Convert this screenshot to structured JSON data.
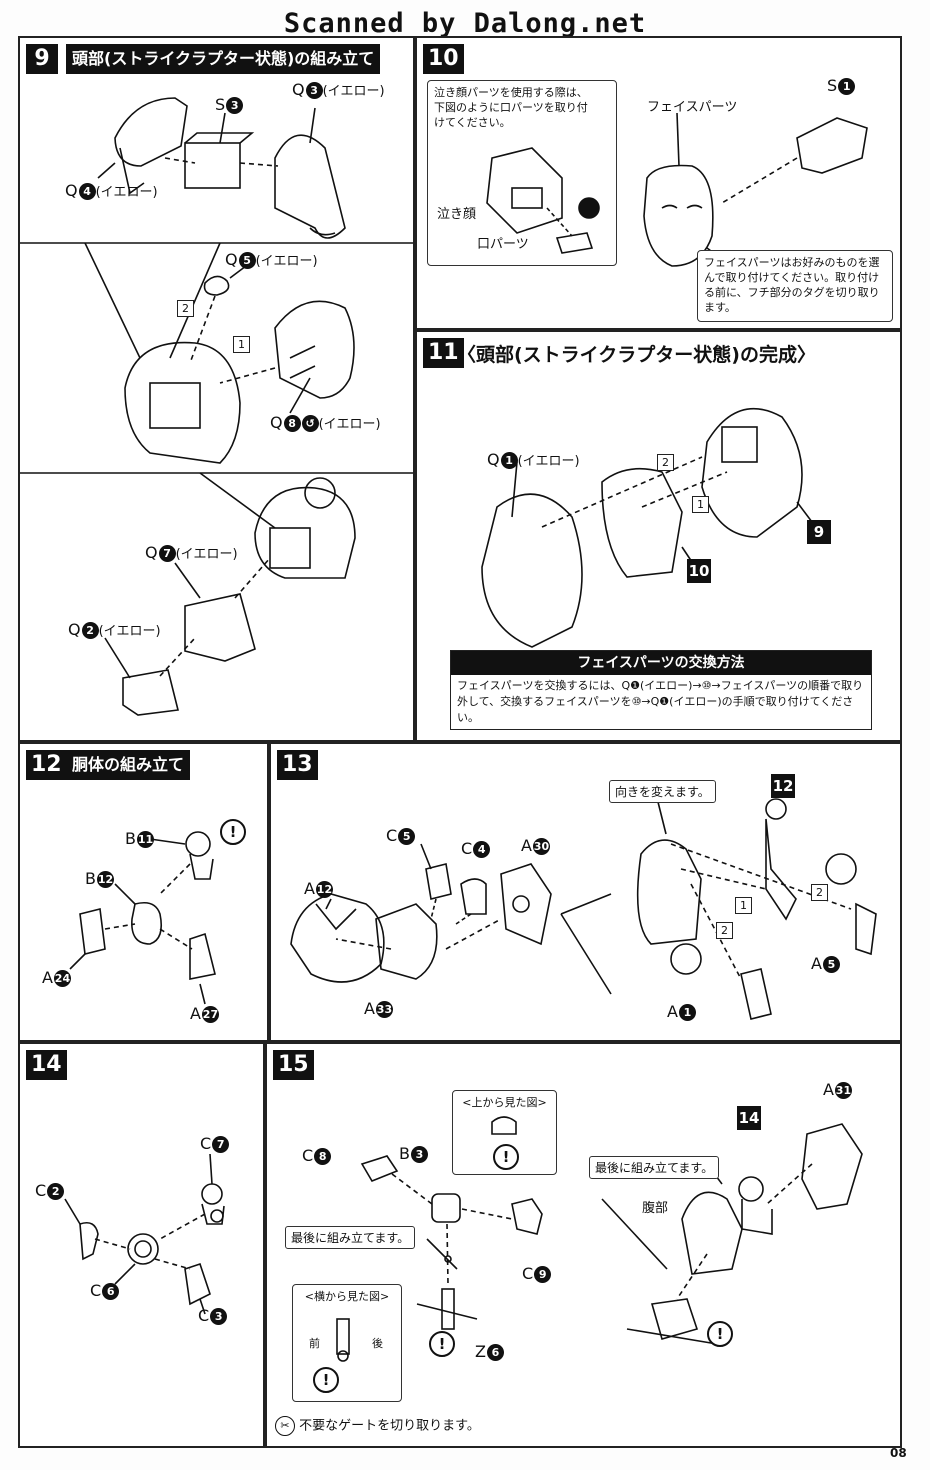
{
  "watermark": "Scanned by Dalong.net",
  "page_number": "08",
  "steps": {
    "s9": {
      "num": "9",
      "title": "頭部(ストライクラプター状態)の組み立て",
      "labels": {
        "s3": "S",
        "q3": "Q",
        "q3c": "(イエロー)",
        "q4": "Q",
        "q4c": "(イエロー)",
        "q5": "Q",
        "q5c": "(イエロー)",
        "q8": "Q",
        "q8c": "(イエロー)",
        "q7": "Q",
        "q7c": "(イエロー)",
        "q2": "Q",
        "q2c": "(イエロー)"
      },
      "nums": {
        "s3": "3",
        "q3": "3",
        "q4": "4",
        "q5": "5",
        "q8": "8",
        "q7": "7",
        "q2": "2"
      },
      "order": [
        "1",
        "2"
      ]
    },
    "s10": {
      "num": "10",
      "note1": "泣き顔パーツを使用する際は、下図のように口パーツを取り付けてください。",
      "face_parts": "フェイスパーツ",
      "crying_face": "泣き顔",
      "mouth_parts": "口パーツ",
      "s1": "S",
      "s1n": "1",
      "note2": "フェイスパーツはお好みのものを選んで取り付けてください。取り付ける前に、フチ部分のタグを切り取ります。"
    },
    "s11": {
      "num": "11",
      "title": "〈頭部(ストライクラプター状態)の完成〉",
      "q1": "Q",
      "q1n": "1",
      "q1c": "(イエロー)",
      "ref9": "9",
      "ref10": "10",
      "order": [
        "1",
        "2"
      ],
      "face_swap_title": "フェイスパーツの交換方法",
      "face_swap_text": "フェイスパーツを交換するには、Q❶(イエロー)→⑩→フェイスパーツの順番で取り外して、交換するフェイスパーツを⑩→Q❶(イエロー)の手順で取り付けてください。"
    },
    "s12": {
      "num": "12",
      "title": "胴体の組み立て",
      "labels": {
        "b11": "B",
        "b12": "B",
        "a24": "A",
        "a27": "A"
      },
      "nums": {
        "b11": "11",
        "b12": "12",
        "a24": "24",
        "a27": "27"
      }
    },
    "s13": {
      "num": "13",
      "labels": {
        "c5": "C",
        "c4": "C",
        "a30": "A",
        "a12": "A",
        "a33": "A",
        "a5": "A",
        "a1": "A"
      },
      "nums": {
        "c5": "5",
        "c4": "4",
        "a30": "30",
        "a12": "12",
        "a33": "33",
        "a5": "5",
        "a1": "1"
      },
      "turn_note": "向きを変えます。",
      "ref12": "12",
      "order": [
        "1",
        "2",
        "2"
      ]
    },
    "s14": {
      "num": "14",
      "labels": {
        "c7": "C",
        "c2": "C",
        "c6": "C",
        "c3": "C"
      },
      "nums": {
        "c7": "7",
        "c2": "2",
        "c6": "6",
        "c3": "3"
      }
    },
    "s15": {
      "num": "15",
      "labels": {
        "c8": "C",
        "b3": "B",
        "c9": "C",
        "z6": "Z",
        "a31": "A"
      },
      "nums": {
        "c8": "8",
        "b3": "3",
        "c9": "9",
        "z6": "6",
        "a31": "31"
      },
      "top_view": "<上から見た図>",
      "side_view": "<横から見た図>",
      "front": "前",
      "back": "後",
      "last_assemble_1": "最後に組み立てます。",
      "last_assemble_2": "最後に組み立てます。",
      "abdomen": "腹部",
      "ref14": "14",
      "gate_note": "不要なゲートを切り取ります。"
    }
  },
  "warn": "!"
}
